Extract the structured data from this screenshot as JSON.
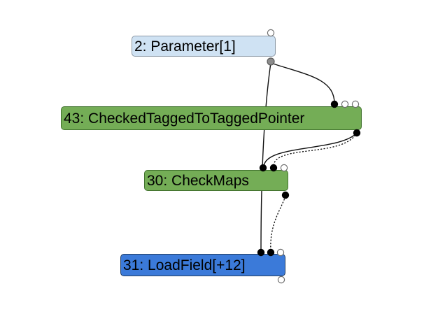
{
  "app": {
    "name": "turbofan-graph-view",
    "background": "#ffffff",
    "edge_color": "#111111"
  },
  "graph": {
    "nodes": [
      {
        "id": "2",
        "label": "2: Parameter[1]",
        "kind": "input-node",
        "fill": "#cfe2f3",
        "border": "#8c99a5",
        "inputs": [
          "hidden"
        ],
        "output": "partial"
      },
      {
        "id": "43",
        "label": "43: CheckedTaggedToTaggedPointer",
        "kind": "simplified-node",
        "fill": "#74ad56",
        "border": "#41722e",
        "inputs": [
          "connected",
          "hidden",
          "hidden"
        ],
        "output": "connected"
      },
      {
        "id": "30",
        "label": "30: CheckMaps",
        "kind": "simplified-node",
        "fill": "#74ad56",
        "border": "#41722e",
        "inputs": [
          "connected",
          "connected",
          "hidden"
        ],
        "output": "connected"
      },
      {
        "id": "31",
        "label": "31: LoadField[+12]",
        "kind": "selected-node",
        "fill": "#3b7ad9",
        "border": "#233f63",
        "inputs": [
          "connected",
          "connected",
          "hidden"
        ],
        "output": "hidden"
      }
    ],
    "edges": [
      {
        "from": "2",
        "to": "43",
        "style": "solid",
        "to_input": 1
      },
      {
        "from": "2",
        "to": "31",
        "style": "solid",
        "to_input": 1
      },
      {
        "from": "43",
        "to": "30",
        "style": "solid",
        "to_input": 1
      },
      {
        "from": "43",
        "to": "30",
        "style": "dotted",
        "to_input": 2
      },
      {
        "from": "30",
        "to": "31",
        "style": "dotted",
        "to_input": 2
      }
    ],
    "port_colors": {
      "connected": "#000000",
      "partial": "#8c8c8c",
      "hidden": "#ffffff"
    },
    "port_stroke": {
      "connected": "#000000",
      "partial": "#5a5a5a",
      "hidden": "#6e6e6e"
    }
  }
}
